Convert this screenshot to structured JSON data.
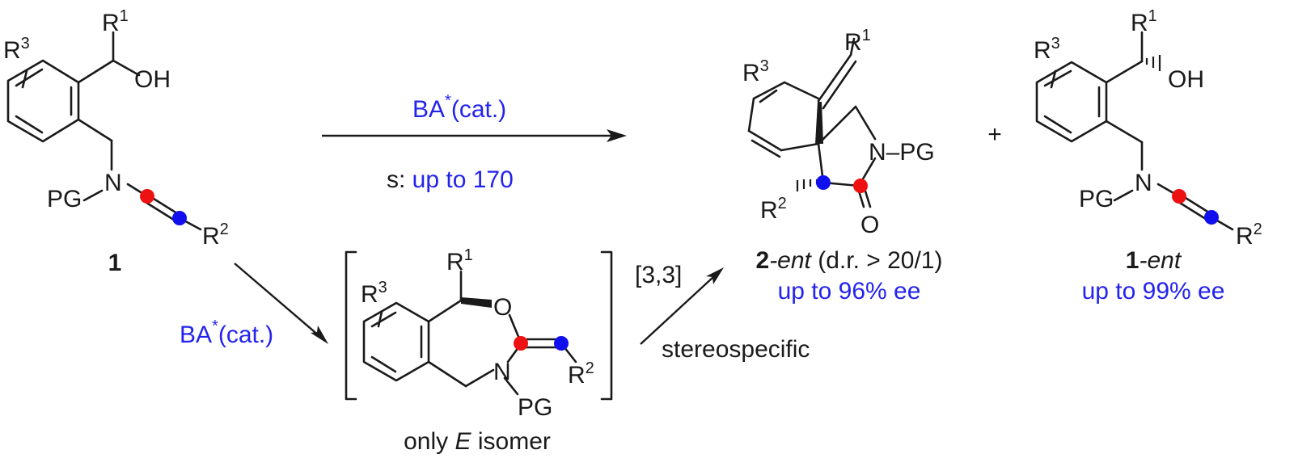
{
  "colors": {
    "blue": "#2323ee",
    "red": "#ee1111",
    "atom_blue": "#1010ee",
    "ink": "#1a1a1a"
  },
  "atoms": {
    "R1": "R",
    "R1_sup": "1",
    "R2": "R",
    "R2_sup": "2",
    "R3": "R",
    "R3_sup": "3",
    "OH": "OH",
    "O": "O",
    "N": "N",
    "PG": "PG",
    "N_PG": "N–PG"
  },
  "compound_1": {
    "number": "1"
  },
  "top_arrow": {
    "reagent": "BA",
    "reagent_star": "*",
    "reagent_cat": "(cat.)",
    "s_label": "s: ",
    "s_value": "up to 170"
  },
  "lower_arrow": {
    "reagent": "BA",
    "reagent_star": "*",
    "reagent_cat": "(cat.)"
  },
  "intermediate": {
    "caption_prefix": "only ",
    "caption_italic": "E",
    "caption_suffix": " isomer"
  },
  "rearrangement": {
    "label": "[3,3]",
    "note": "stereospecific"
  },
  "product_2": {
    "number": "2",
    "suffix": "-ent",
    "dr": " (d.r. > 20/1)",
    "ee": "up to 96% ee"
  },
  "plus": "+",
  "product_1ent": {
    "number": "1",
    "suffix": "-ent",
    "ee": "up to 99% ee"
  }
}
